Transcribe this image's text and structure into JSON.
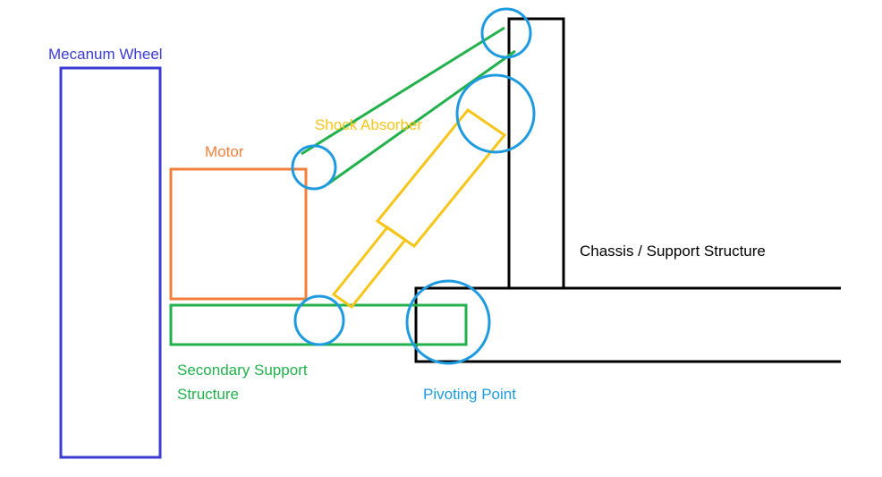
{
  "labels": {
    "mecanum_wheel": "Mecanum Wheel",
    "motor": "Motor",
    "shock_absorber": "Shock Absorber",
    "chassis": "Chassis / Support Structure",
    "secondary_support_line1": "Secondary Support",
    "secondary_support_line2": "Structure",
    "pivoting_point": "Pivoting Point"
  },
  "colors": {
    "mecanum_wheel": "#3b3bd6",
    "motor": "#f0803c",
    "shock_absorber": "#f5c518",
    "chassis": "#000000",
    "secondary_support": "#22b14c",
    "pivot": "#1e9be0"
  }
}
